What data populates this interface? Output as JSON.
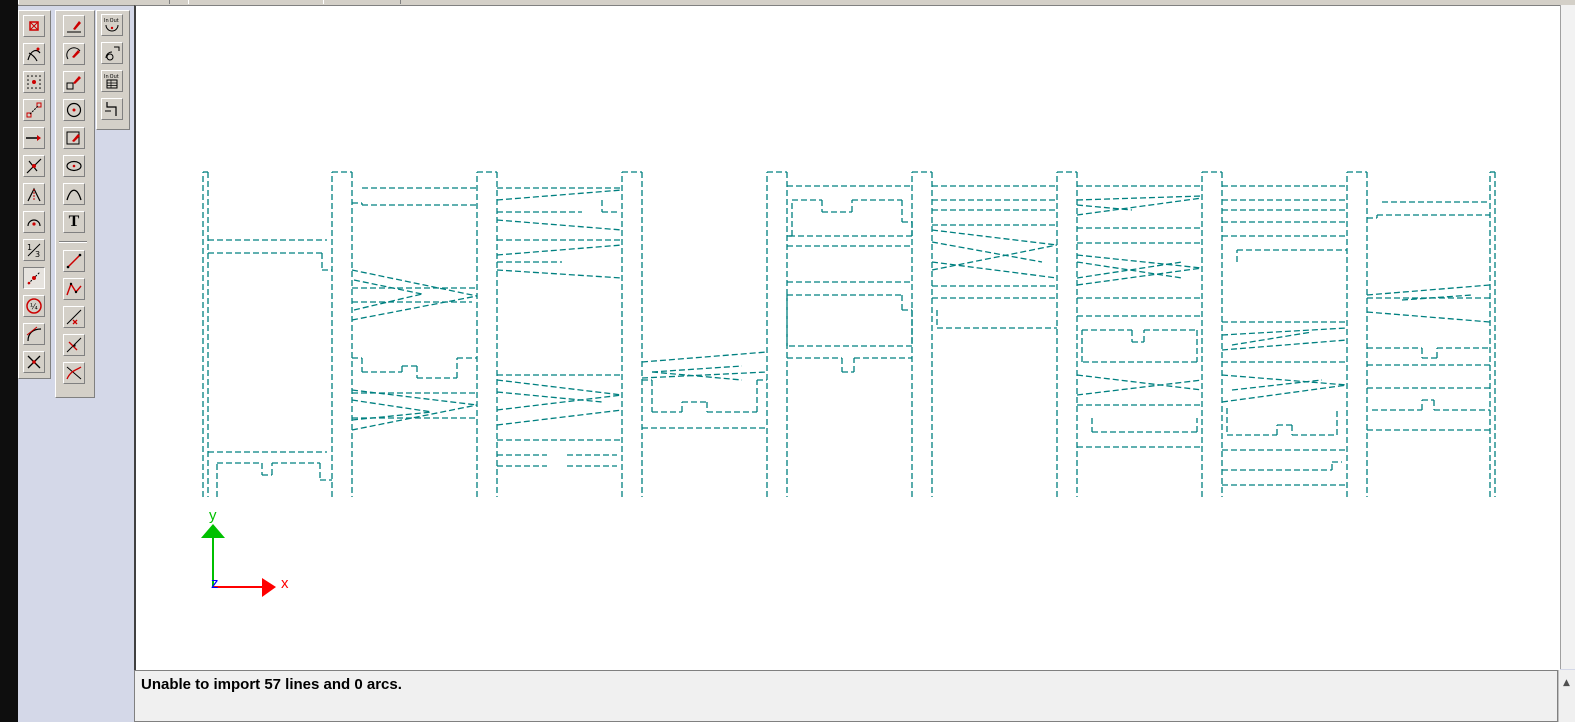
{
  "status": {
    "message": "Unable to import 57 lines and 0 arcs."
  },
  "toolbar_left": {
    "buttons": [
      "center-mark-icon",
      "trim-curve-icon",
      "point-grid-icon",
      "connect-points-icon",
      "extend-line-icon",
      "intersect-icon",
      "split-angle-icon",
      "arc-center-icon",
      "fraction-snap-icon",
      "active-snap-icon",
      "scale-fraction-icon",
      "tangent-arc-icon",
      "cross-delete-icon"
    ],
    "active": "active-snap-icon"
  },
  "toolbar_middle": {
    "buttons": [
      "pencil-line-icon",
      "pencil-arc-icon",
      "pencil-point-icon",
      "circle-icon",
      "edit-shape-icon",
      "ellipse-icon",
      "curve-icon",
      "text-icon",
      "line-icon",
      "polyline-icon",
      "delete-line-icon",
      "perpendicular-icon",
      "tangent-curve-icon"
    ],
    "text_button_label": "T"
  },
  "toolbar_right": {
    "buttons": [
      {
        "name": "inout-arc-icon",
        "label": "In Out"
      },
      {
        "name": "arc-radius-icon",
        "label": ""
      },
      {
        "name": "inout-table-icon",
        "label": "In Out"
      },
      {
        "name": "step-path-icon",
        "label": ""
      }
    ]
  },
  "axes": {
    "x_label": "x",
    "y_label": "y",
    "z_label": "z",
    "x_color": "#ff0000",
    "y_color": "#00c000",
    "z_color": "#0000ff"
  },
  "drawing": {
    "line_color": "#008080",
    "line_style": "dashed"
  }
}
